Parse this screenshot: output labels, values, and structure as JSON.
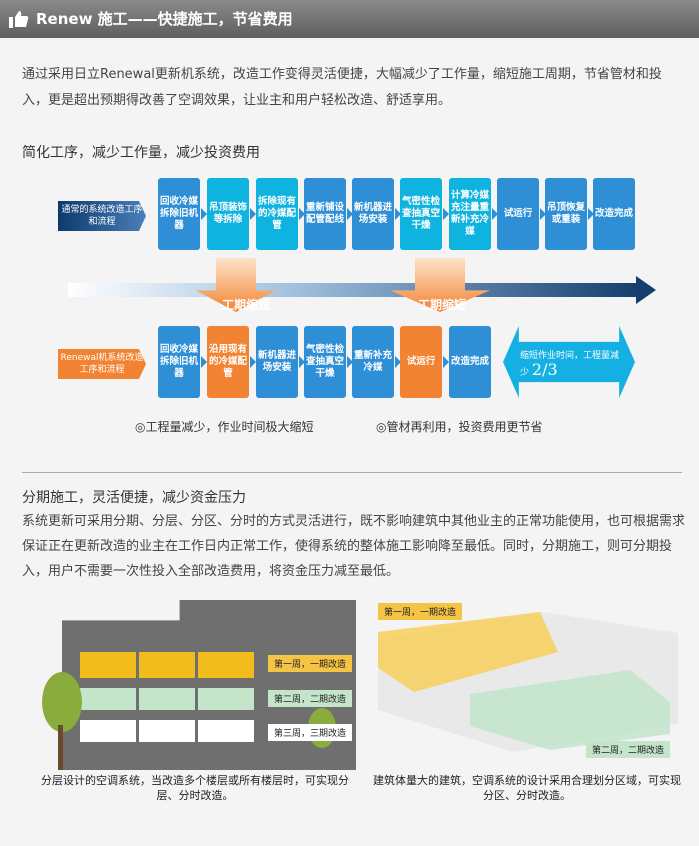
{
  "header": {
    "title": "Renew 施工——快捷施工，节省费用",
    "icon": "thumbs-up-icon"
  },
  "intro": "通过采用日立Renewal更新机系统，改造工作变得灵活便捷，大幅减少了工作量，缩短施工周期，节省管材和投入，更是超出预期得改善了空调效果，让业主和用户轻松改造、舒适享用。",
  "section1": {
    "title": "简化工序，减少工作量，减少投资费用"
  },
  "flow": {
    "normal_label": "通常的系统改造工序和流程",
    "normal_steps": [
      "回收冷媒拆除旧机器",
      "吊顶装饰等拆除",
      "拆除现有的冷媒配管",
      "重新铺设配管配线",
      "新机器进场安装",
      "气密性检查抽真空干燥",
      "计算冷媒充注量重新补充冷媒",
      "试运行",
      "吊顶恢复或重装",
      "改造完成"
    ],
    "shorten_label": "工期缩短",
    "renewal_label": "Renewal机系统改造工序和流程",
    "renewal_steps": [
      "回收冷媒拆除旧机器",
      "沿用现有的冷媒配管",
      "新机器进场安装",
      "气密性检查抽真空干燥",
      "重新补充冷媒",
      "试运行",
      "改造完成"
    ],
    "reduce_text": "缩短作业时间，工程量减少",
    "reduce_value": "2/3",
    "colors": {
      "blue": "#2e8fd6",
      "cyan": "#0fb3e0",
      "orange": "#f28332"
    }
  },
  "notes": [
    "◎工程量减少，作业时间极大缩短",
    "◎管材再利用，投资费用更节省"
  ],
  "section2": {
    "title": "分期施工，灵活便捷，减少资金压力",
    "body": "系统更新可采用分期、分层、分区、分时的方式灵活进行，既不影响建筑中其他业主的正常功能使用，也可根据需求保证正在更新改造的业主在工作日内正常工作，使得系统的整体施工影响降至最低。同时，分期施工，则可分期投入，用户不需要一次性投入全部改造费用，将资金压力减至最低。"
  },
  "illus": {
    "left_tags": [
      "第一周，一期改造",
      "第二周，二期改造",
      "第三周，三期改造"
    ],
    "left_caption": "分层设计的空调系统，当改造多个楼层或所有楼层时，可实现分层、分时改造。",
    "right_tags": [
      "第一周，一期改造",
      "第二周，二期改造"
    ],
    "right_caption": "建筑体量大的建筑，空调系统的设计采用合理划分区域，可实现分区、分时改造。"
  }
}
